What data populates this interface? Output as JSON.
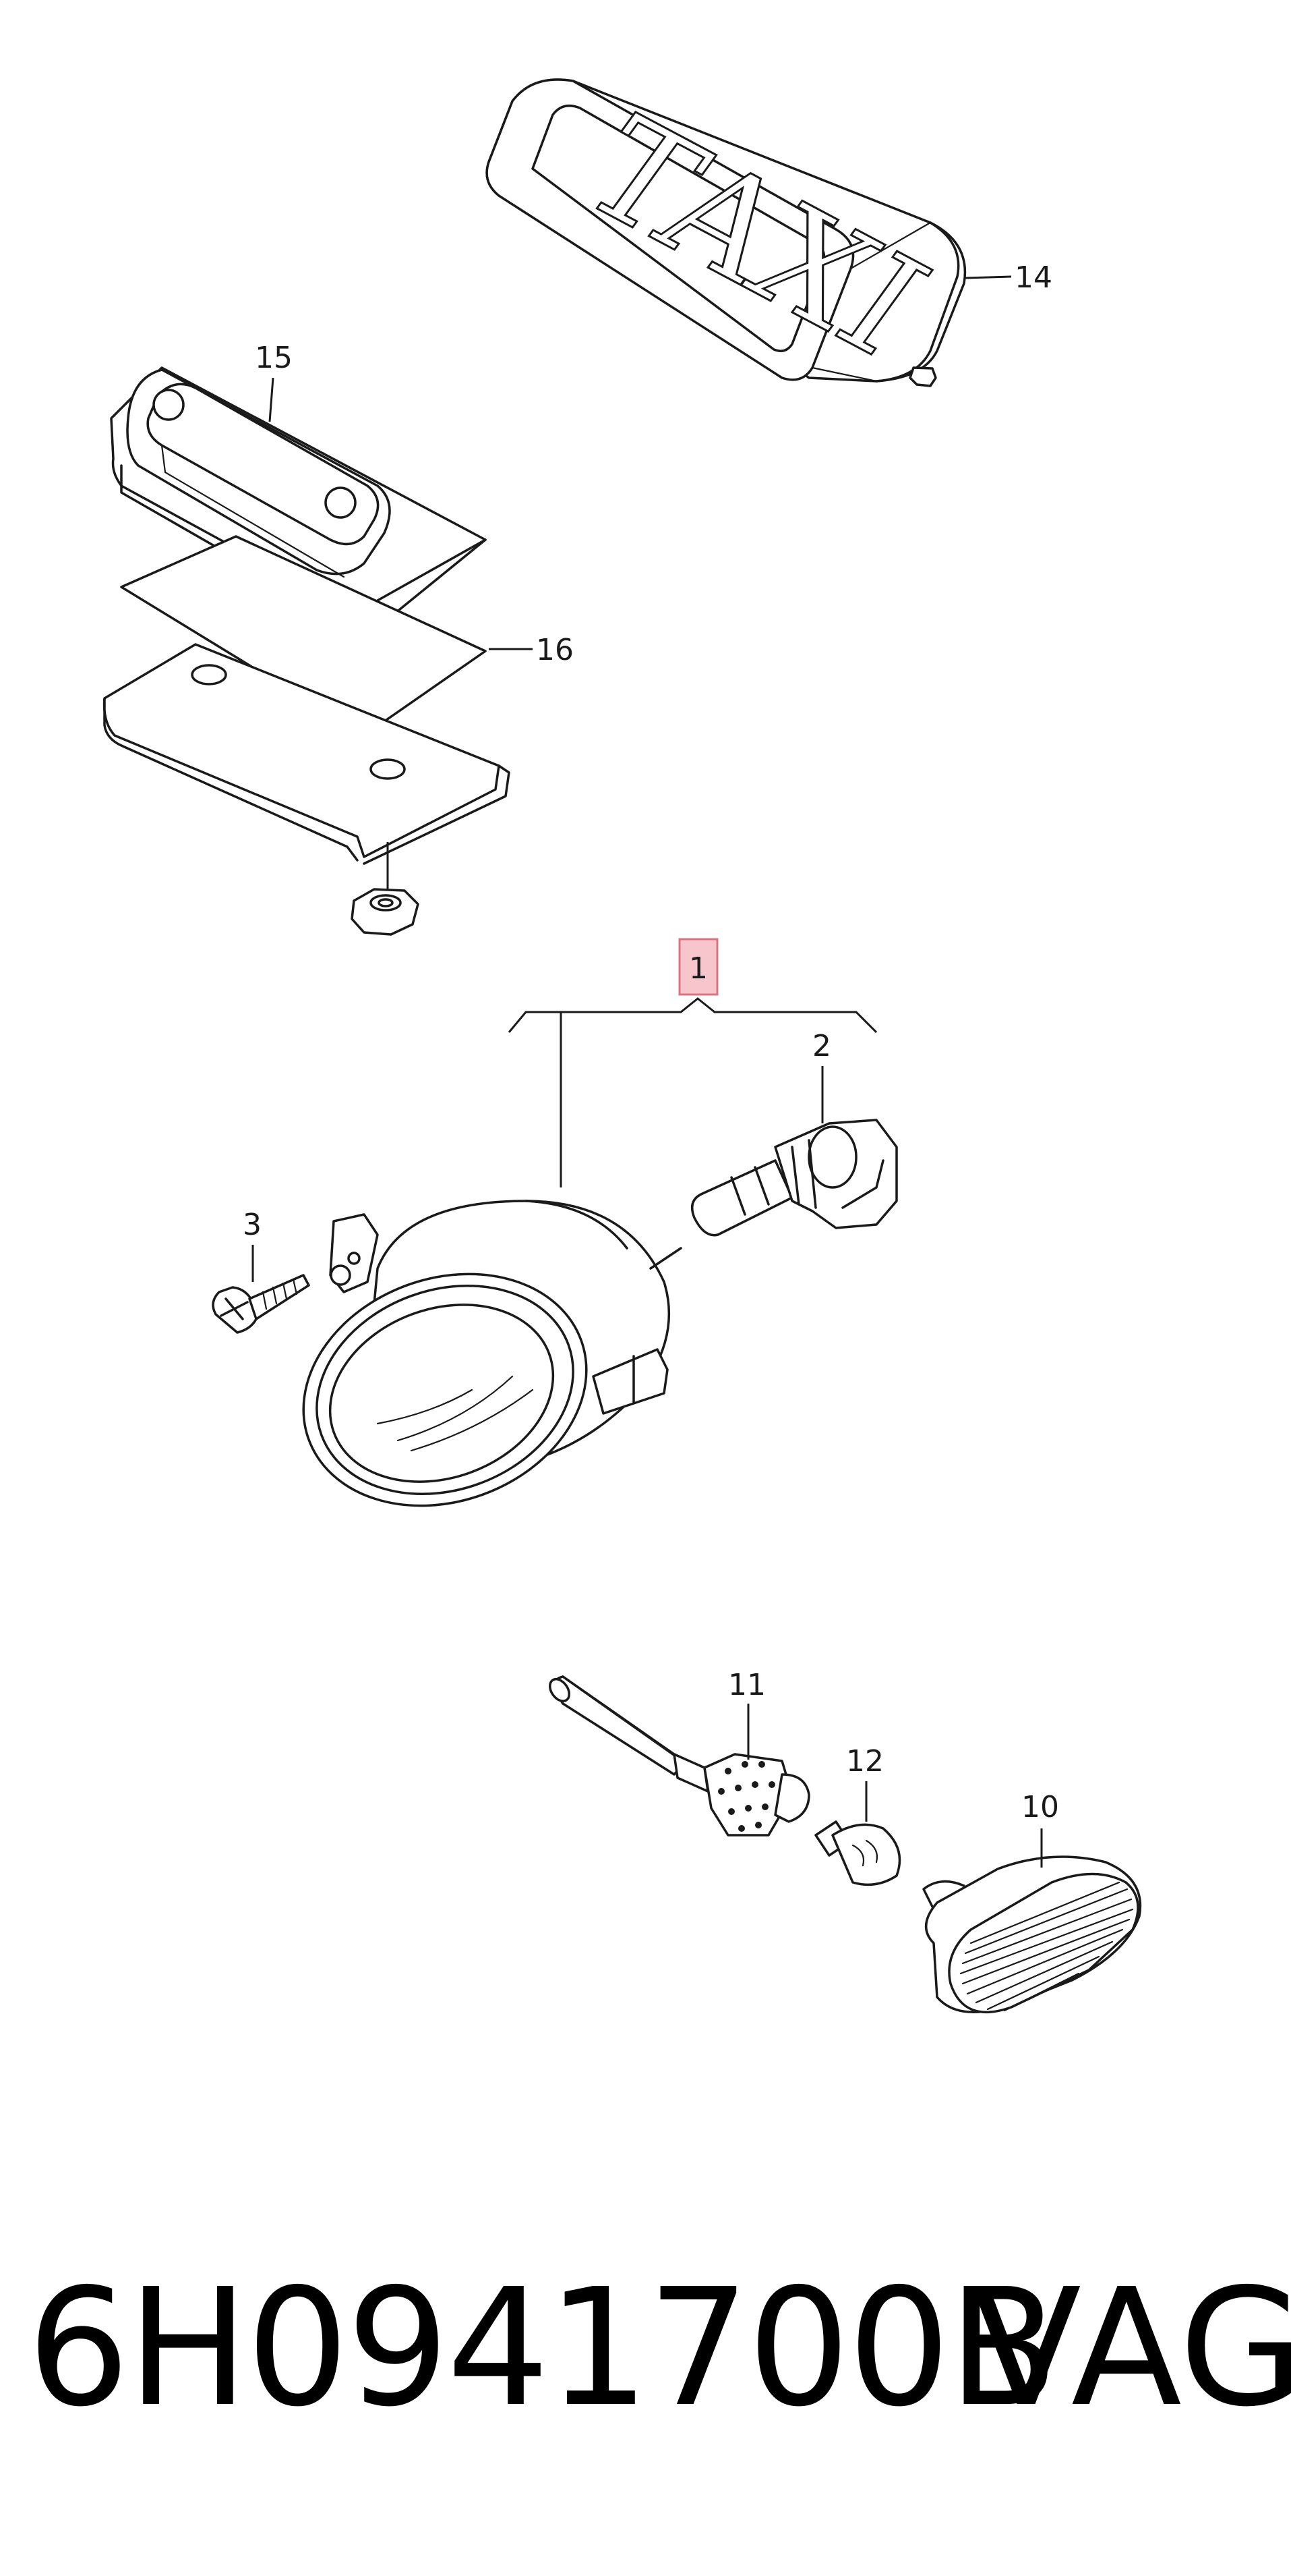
{
  "diagram": {
    "callouts": {
      "c1": "1",
      "c2": "2",
      "c3": "3",
      "c10": "10",
      "c11": "11",
      "c12": "12",
      "c14": "14",
      "c15": "15",
      "c16": "16"
    },
    "taxi_sign_text": "TAXI",
    "highlight_color": "#f7c6cc",
    "highlight_border": "#d9737f"
  },
  "caption": {
    "part_number": "6H0941700B",
    "brand": "VAG"
  }
}
